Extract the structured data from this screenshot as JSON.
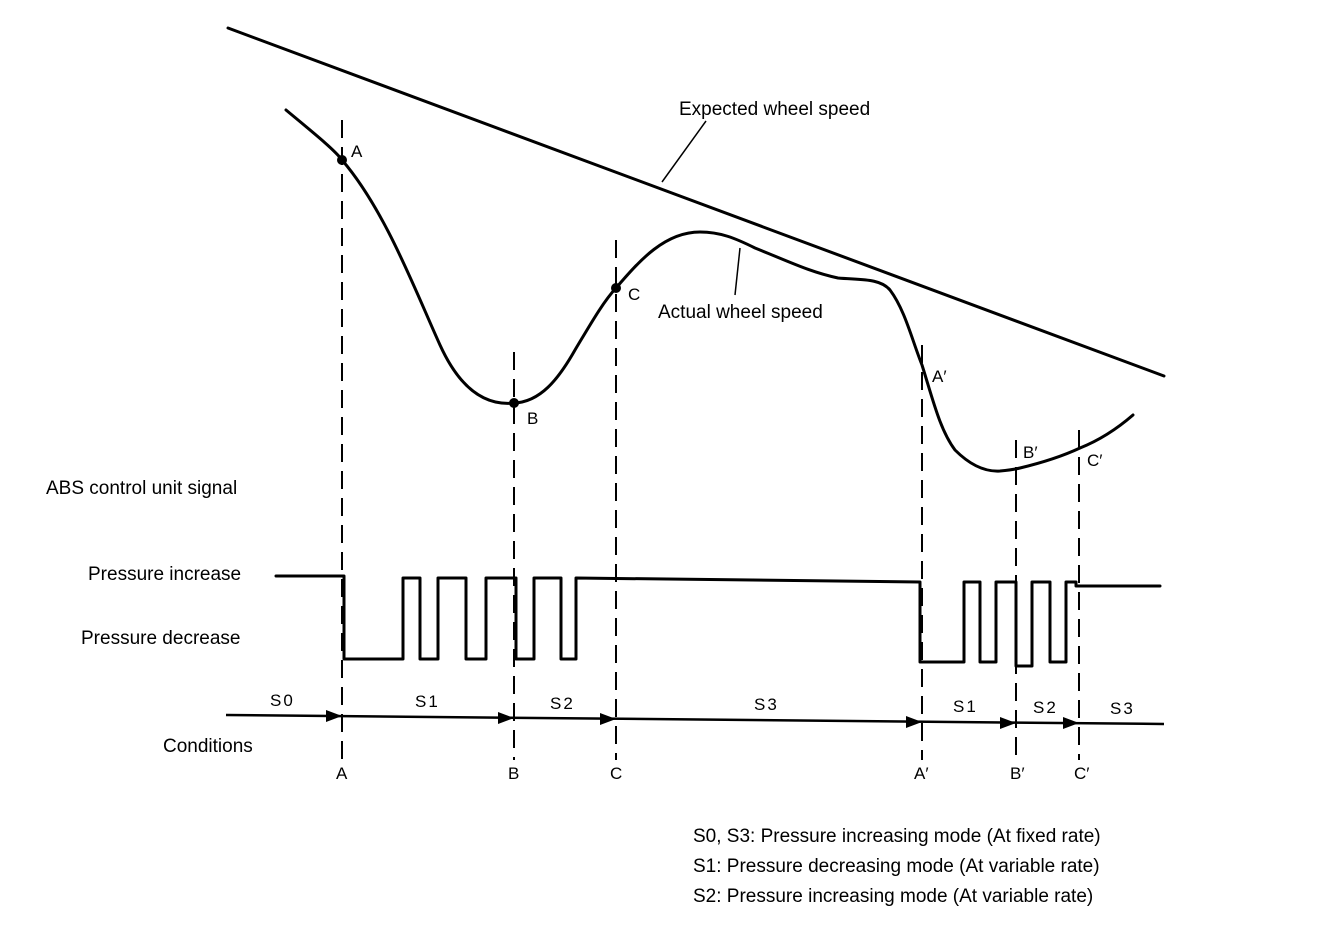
{
  "labels": {
    "expected_speed": "Expected wheel speed",
    "actual_speed": "Actual wheel speed",
    "abs_signal": "ABS control unit signal",
    "pressure_increase": "Pressure increase",
    "pressure_decrease": "Pressure decrease",
    "conditions": "Conditions"
  },
  "curve_points": {
    "A": "A",
    "B": "B",
    "C": "C",
    "A_prime": "A′",
    "B_prime": "B′",
    "C_prime": "C′"
  },
  "axis_points": {
    "A": "A",
    "B": "B",
    "C": "C",
    "A_prime": "A′",
    "B_prime": "B′",
    "C_prime": "C′"
  },
  "states": [
    "S0",
    "S1",
    "S2",
    "S3",
    "S1",
    "S2",
    "S3"
  ],
  "legend": [
    "S0, S3: Pressure increasing mode (At fixed rate)",
    "S1: Pressure decreasing mode (At variable rate)",
    "S2: Pressure increasing mode (At variable rate)"
  ]
}
